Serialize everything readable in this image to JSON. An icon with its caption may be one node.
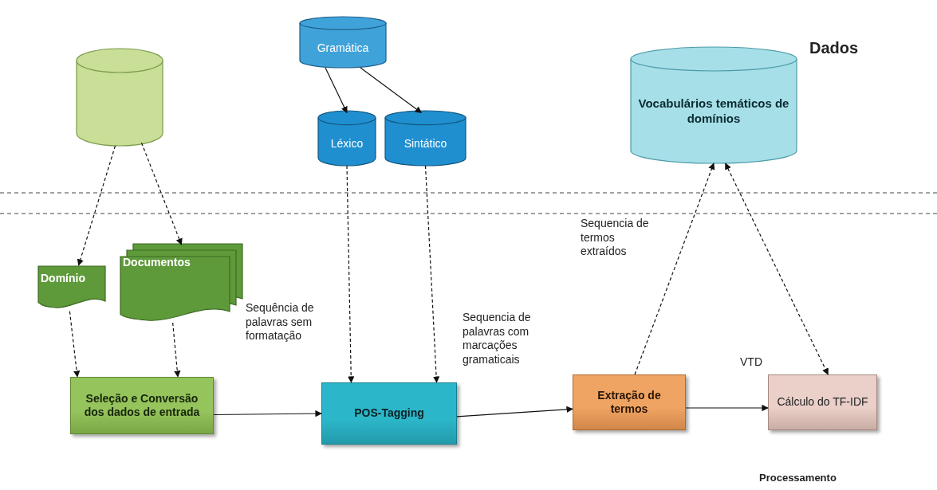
{
  "diagram": {
    "nodes": [
      {
        "text": [],
        "shape": "cylinder"
      },
      {
        "text": [
          "Gramática"
        ]
      },
      {
        "text": [
          "Léxico"
        ]
      },
      {
        "text": [
          "Sintático"
        ]
      },
      {
        "text": [
          "Vocabulários temáticos de domínios"
        ]
      },
      {
        "text": [
          "Domínio"
        ]
      },
      {
        "text": [
          "Documentos"
        ]
      },
      {
        "text": [
          "Seleção e Conversão dos dados de entrada"
        ]
      },
      {
        "text": [
          "POS-Tagging"
        ]
      },
      {
        "text": [
          "Extração de termos"
        ]
      },
      {
        "text": [
          "Cálculo do TF-IDF"
        ]
      }
    ],
    "edges": [
      {
        "from": 1,
        "to": 2,
        "arrow": "to"
      },
      {
        "from": 1,
        "to": 3,
        "arrow": "to"
      },
      {
        "from": 0,
        "to": 5,
        "arrow": "to",
        "style": "dashed"
      },
      {
        "from": 0,
        "to": 6,
        "arrow": "to",
        "style": "dashed"
      },
      {
        "from": 2,
        "to": 8,
        "arrow": "to",
        "style": "dashed"
      },
      {
        "from": 3,
        "to": 8,
        "arrow": "to",
        "style": "dashed"
      },
      {
        "from": 5,
        "to": 7,
        "arrow": "to",
        "style": "dashed"
      },
      {
        "from": 6,
        "to": 7,
        "arrow": "to",
        "style": "dashed"
      },
      {
        "from": 7,
        "to": 8,
        "arrow": "to"
      },
      {
        "from": 8,
        "to": 9,
        "arrow": "to"
      },
      {
        "from": 9,
        "to": 10,
        "arrow": "to"
      },
      {
        "from": 9,
        "to": 4,
        "arrow": "to",
        "style": "dashed"
      },
      {
        "from": 4,
        "to": 10,
        "arrow": "both",
        "style": "dashed"
      }
    ],
    "labels": [
      "Dados",
      "Sequencia de termos extraídos",
      "Sequência de palavras sem formatação",
      "Sequencia de palavras com marcações gramaticais",
      "VTD",
      "Processamento"
    ]
  }
}
